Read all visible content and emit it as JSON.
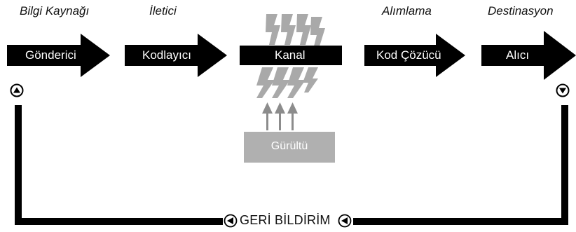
{
  "roles": {
    "source": "Bilgi Kaynağı",
    "transmitter": "İletici",
    "receiver": "Alımlama",
    "destination": "Destinasyon"
  },
  "nodes": {
    "sender": "Gönderici",
    "encoder": "Kodlayıcı",
    "channel": "Kanal",
    "decoder": "Kod Çözücü",
    "receiver": "Alıcı"
  },
  "noise": "Gürültü",
  "feedback": "GERİ BİLDİRİM",
  "colors": {
    "arrow": "#000000",
    "noise_box": "#b0b0b0",
    "zigzag": "#a9a9a9",
    "feedback_line": "#000000"
  }
}
